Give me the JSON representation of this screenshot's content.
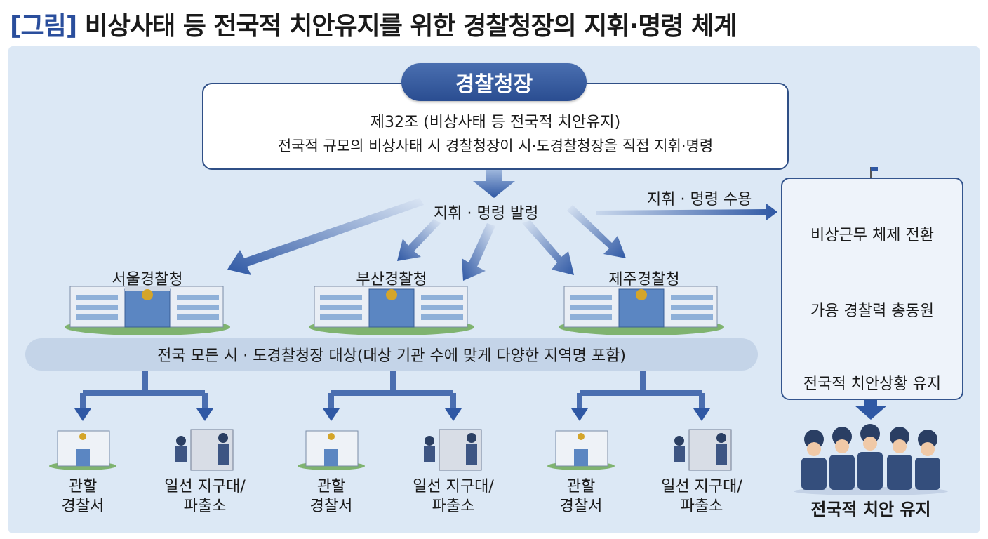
{
  "title": {
    "tag": "[그림]",
    "text": "비상사태 등 전국적 치안유지를 위한 경찰청장의 지휘·명령 체계"
  },
  "head": {
    "name": "경찰청장",
    "line1": "제32조 (비상사태 등 전국적 치안유지)",
    "line2": "전국적 규모의 비상사태 시 경찰청장이 시·도경찰청장을 직접 지휘·명령"
  },
  "flow": {
    "issue": "지휘 · 명령 발령",
    "accept": "지휘 · 명령 수용"
  },
  "agencies": [
    {
      "name": "서울경찰청"
    },
    {
      "name": "부산경찰청"
    },
    {
      "name": "제주경찰청"
    }
  ],
  "target_bar": "전국 모든 시 · 도경찰청장 대상(대상 기관 수에 맞게 다양한 지역명 포함)",
  "sub_units": {
    "station": [
      "관할",
      "경찰서"
    ],
    "box": [
      "일선 지구대/",
      "파출소"
    ]
  },
  "right_panel": {
    "items": [
      "비상근무 체제 전환",
      "가용 경찰력 총동원",
      "전국적 치안상황 유지"
    ],
    "result": "전국적 치안 유지"
  },
  "colors": {
    "accent": "#2a4e9c",
    "panel": "#dce8f5",
    "arrow": "#3c5fa8",
    "border": "#2f4f86"
  }
}
